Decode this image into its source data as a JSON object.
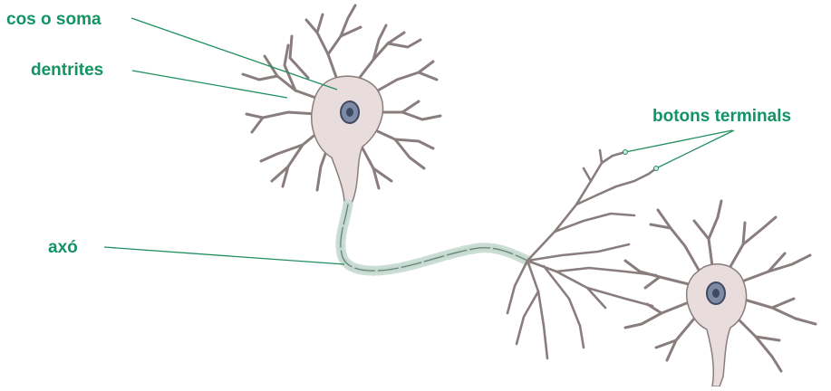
{
  "labels": {
    "soma": "cos o soma",
    "dendrites": "dentrites",
    "axon": "axó",
    "terminals": "botons terminals"
  },
  "colors": {
    "label_text": "#139465",
    "leader_line": "#1f8f5f",
    "cell_body": "#e8dcdc",
    "cell_outline": "#8a7d7d",
    "nucleus": "#7d8aa6",
    "nucleus_dark": "#3e4a62",
    "myelin": "#c8dcd4",
    "myelin_outline": "#5f7f72"
  }
}
